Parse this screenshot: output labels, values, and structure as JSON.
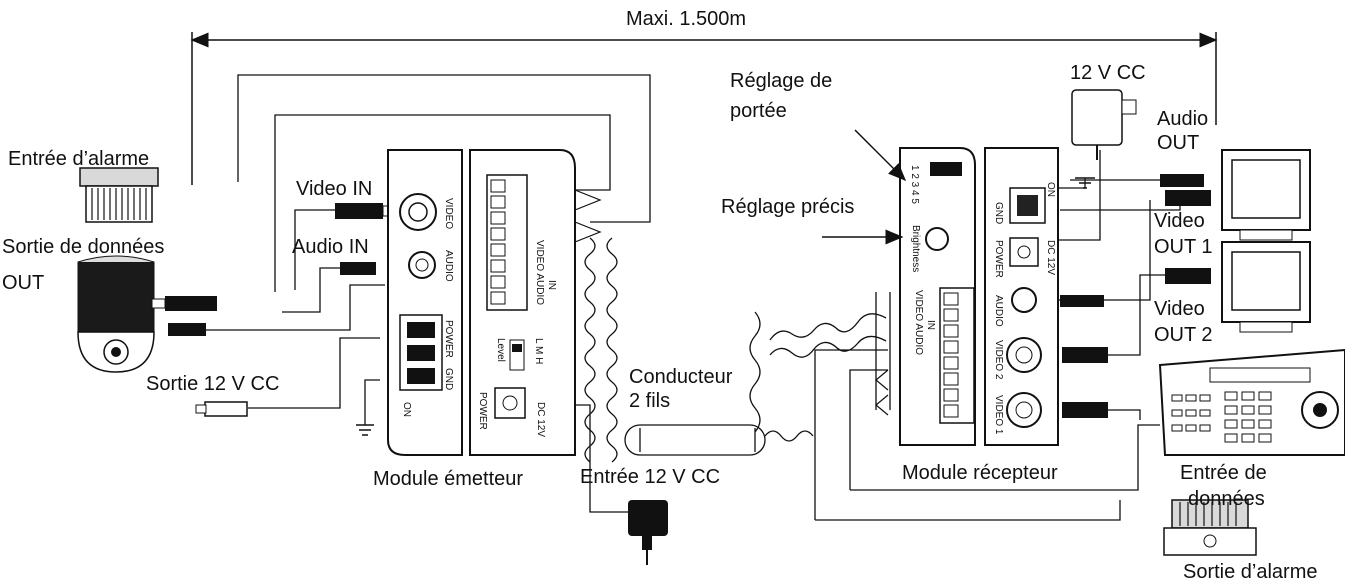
{
  "labels": {
    "distance": "Maxi. 1.500m",
    "alarm_in": "Entrée d’alarme",
    "video_in": "Video IN",
    "audio_in": "Audio IN",
    "data_out_1": "Sortie de données",
    "data_out_2": "OUT",
    "dc_out": "Sortie 12 V CC",
    "transmitter": "Module émetteur",
    "dc_in": "Entrée 12 V CC",
    "cable_1": "Conducteur",
    "cable_2": "2 fils",
    "range_adj_1": "Réglage de",
    "range_adj_2": "portée",
    "fine_adj": "Réglage précis",
    "dc_12v": "12 V CC",
    "audio_out_1": "Audio",
    "audio_out_2": "OUT",
    "video_out1_1": "Video",
    "video_out1_2": "OUT 1",
    "video_out2_1": "Video",
    "video_out2_2": "OUT 2",
    "receiver": "Module récepteur",
    "data_in_1": "Entrée de",
    "data_in_2": "données",
    "alarm_out": "Sortie d’alarme"
  },
  "device_text": {
    "tx_video": "VIDEO",
    "tx_audio": "AUDIO",
    "tx_power": "POWER",
    "tx_gnd": "GND",
    "tx_on": "ON",
    "tx_power2": "POWER",
    "tx_dc": "DC 12V",
    "tx_level": "Level",
    "tx_lmh": "L M H",
    "tx_video_audio": "VIDEO AUDIO",
    "tx_in": "IN",
    "rx_brightness": "Brightness",
    "rx_dip": "1 2 3 4 5",
    "rx_gnd": "GND",
    "rx_on": "ON",
    "rx_power": "POWER",
    "rx_dc": "DC 12V",
    "rx_audio": "AUDIO",
    "rx_video2": "VIDEO 2",
    "rx_video1": "VIDEO 1",
    "rx_video_audio": "VIDEO AUDIO",
    "rx_in": "IN"
  }
}
